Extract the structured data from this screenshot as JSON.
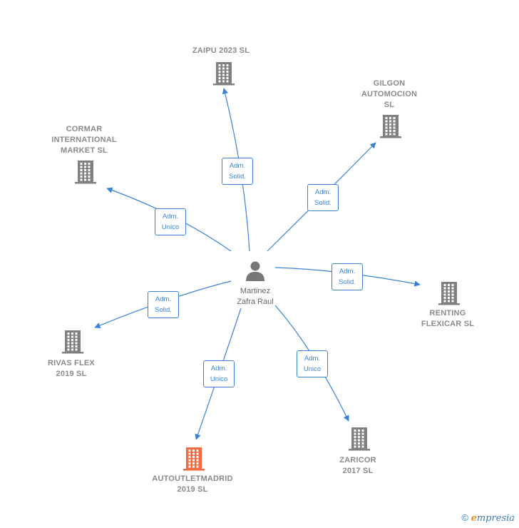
{
  "center": {
    "name_line1": "Martinez",
    "name_line2": "Zafra Raul",
    "icon": "person-icon"
  },
  "companies": [
    {
      "id": "zaipu",
      "lines": [
        "ZAIPU 2023  SL"
      ],
      "color": "#808080",
      "icon": "building-icon"
    },
    {
      "id": "gilgon",
      "lines": [
        "GILGON",
        "AUTOMOCION",
        "SL"
      ],
      "color": "#808080",
      "icon": "building-icon"
    },
    {
      "id": "cormar",
      "lines": [
        "CORMAR",
        "INTERNATIONAL",
        "MARKET  SL"
      ],
      "color": "#808080",
      "icon": "building-icon"
    },
    {
      "id": "renting",
      "lines": [
        "RENTING",
        "FLEXICAR  SL"
      ],
      "color": "#808080",
      "icon": "building-icon"
    },
    {
      "id": "rivas",
      "lines": [
        "RIVAS FLEX",
        "2019  SL"
      ],
      "color": "#808080",
      "icon": "building-icon"
    },
    {
      "id": "zaricor",
      "lines": [
        "ZARICOR",
        "2017  SL"
      ],
      "color": "#808080",
      "icon": "building-icon"
    },
    {
      "id": "autoutlet",
      "lines": [
        "AUTOUTLETMADRID",
        "2019  SL"
      ],
      "color": "#f26a3d",
      "icon": "building-icon"
    }
  ],
  "relations": [
    {
      "to": "zaipu",
      "line1": "Adm.",
      "line2": "Solid."
    },
    {
      "to": "gilgon",
      "line1": "Adm.",
      "line2": "Solid."
    },
    {
      "to": "cormar",
      "line1": "Adm.",
      "line2": "Unico"
    },
    {
      "to": "renting",
      "line1": "Adm.",
      "line2": "Solid."
    },
    {
      "to": "rivas",
      "line1": "Adm.",
      "line2": "Solid."
    },
    {
      "to": "zaricor",
      "line1": "Adm.",
      "line2": "Unico"
    },
    {
      "to": "autoutlet",
      "line1": "Adm.",
      "line2": "Unico"
    }
  ],
  "footer": {
    "copyright": "©",
    "brand_first": "e",
    "brand_rest": "mpresia"
  },
  "colors": {
    "edge": "#3b82d6",
    "building": "#808080",
    "highlight": "#f26a3d",
    "person": "#777777"
  }
}
